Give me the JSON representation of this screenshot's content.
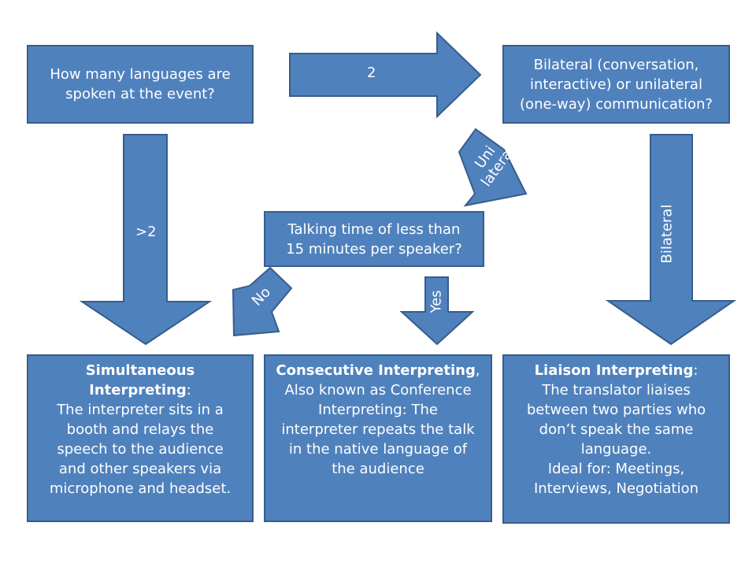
{
  "boxes": {
    "languages": {
      "lines": [
        "How many languages are",
        "spoken at the event?"
      ]
    },
    "communication": {
      "lines": [
        "Bilateral (conversation,",
        "interactive) or unilateral",
        "(one-way) communication?"
      ]
    },
    "talking_time": {
      "lines": [
        "Talking time of less than",
        "15 minutes per speaker?"
      ]
    },
    "simultaneous": {
      "heading": "Simultaneous Interpreting",
      "heading_suffix": ":",
      "lines": [
        "The interpreter sits in a",
        "booth and relays the",
        "speech to the audience",
        "and other speakers via",
        "microphone and headset."
      ]
    },
    "consecutive": {
      "heading": "Consecutive Interpreting",
      "heading_suffix": ",",
      "lines": [
        "Also known as Conference",
        "Interpreting: The",
        "interpreter repeats the talk",
        "in the native language of",
        "the audience"
      ]
    },
    "liaison": {
      "heading": "Liaison Interpreting",
      "heading_suffix": ":",
      "lines": [
        "The translator liaises",
        "between two parties who",
        "don’t speak the same",
        "language.",
        "Ideal for:  Meetings,",
        "Interviews, Negotiation"
      ]
    }
  },
  "arrows": {
    "two": "2",
    "more_than_two": ">2",
    "unilateral": [
      "Uni",
      "lateral"
    ],
    "bilateral": "Bilateral",
    "no": "No",
    "yes": "Yes"
  },
  "colors": {
    "fill": "#4f81bd",
    "border": "#385d8a",
    "text": "#ffffff"
  }
}
